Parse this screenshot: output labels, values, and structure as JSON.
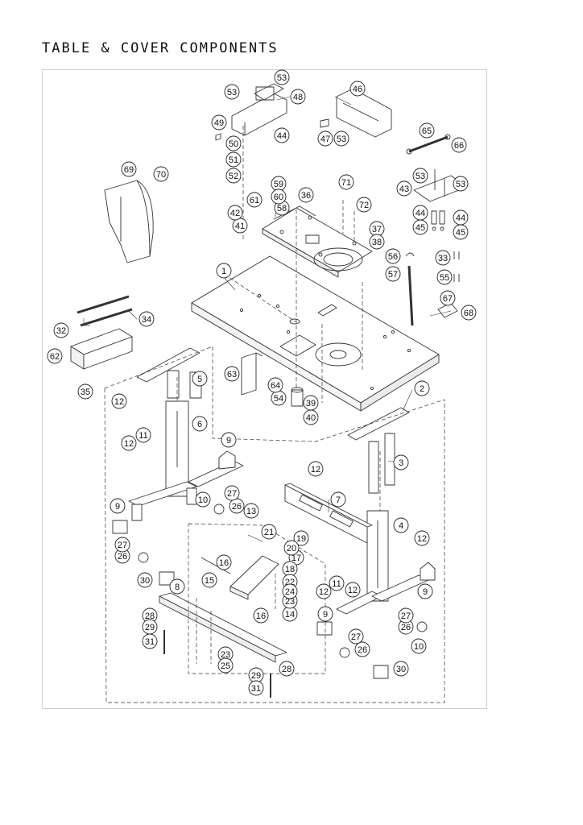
{
  "page": {
    "title": "TABLE & COVER COMPONENTS"
  },
  "callouts": [
    {
      "id": "c1",
      "label": "1"
    },
    {
      "id": "c2",
      "label": "2"
    },
    {
      "id": "c3",
      "label": "3"
    },
    {
      "id": "c4",
      "label": "4"
    },
    {
      "id": "c5",
      "label": "5"
    },
    {
      "id": "c6",
      "label": "6"
    },
    {
      "id": "c7",
      "label": "7"
    },
    {
      "id": "c8",
      "label": "8"
    },
    {
      "id": "c9a",
      "label": "9"
    },
    {
      "id": "c9b",
      "label": "9"
    },
    {
      "id": "c9c",
      "label": "9"
    },
    {
      "id": "c9d",
      "label": "9"
    },
    {
      "id": "c10a",
      "label": "10"
    },
    {
      "id": "c10b",
      "label": "10"
    },
    {
      "id": "c11a",
      "label": "11"
    },
    {
      "id": "c11b",
      "label": "11"
    },
    {
      "id": "c12a",
      "label": "12"
    },
    {
      "id": "c12b",
      "label": "12"
    },
    {
      "id": "c12c",
      "label": "12"
    },
    {
      "id": "c12d",
      "label": "12"
    },
    {
      "id": "c12e",
      "label": "12"
    },
    {
      "id": "c12f",
      "label": "12"
    },
    {
      "id": "c13",
      "label": "13"
    },
    {
      "id": "c14",
      "label": "14"
    },
    {
      "id": "c15",
      "label": "15"
    },
    {
      "id": "c16a",
      "label": "16"
    },
    {
      "id": "c16b",
      "label": "16"
    },
    {
      "id": "c17",
      "label": "17"
    },
    {
      "id": "c18",
      "label": "18"
    },
    {
      "id": "c19",
      "label": "19"
    },
    {
      "id": "c20",
      "label": "20"
    },
    {
      "id": "c21",
      "label": "21"
    },
    {
      "id": "c22",
      "label": "22"
    },
    {
      "id": "c23a",
      "label": "23"
    },
    {
      "id": "c23b",
      "label": "23"
    },
    {
      "id": "c24",
      "label": "24"
    },
    {
      "id": "c25",
      "label": "25"
    },
    {
      "id": "c26a",
      "label": "26"
    },
    {
      "id": "c26b",
      "label": "26"
    },
    {
      "id": "c26c",
      "label": "26"
    },
    {
      "id": "c26d",
      "label": "26"
    },
    {
      "id": "c27a",
      "label": "27"
    },
    {
      "id": "c27b",
      "label": "27"
    },
    {
      "id": "c27c",
      "label": "27"
    },
    {
      "id": "c27d",
      "label": "27"
    },
    {
      "id": "c28a",
      "label": "28"
    },
    {
      "id": "c28b",
      "label": "28"
    },
    {
      "id": "c29a",
      "label": "29"
    },
    {
      "id": "c29b",
      "label": "29"
    },
    {
      "id": "c30a",
      "label": "30"
    },
    {
      "id": "c30b",
      "label": "30"
    },
    {
      "id": "c31a",
      "label": "31"
    },
    {
      "id": "c31b",
      "label": "31"
    },
    {
      "id": "c32",
      "label": "32"
    },
    {
      "id": "c33",
      "label": "33"
    },
    {
      "id": "c34",
      "label": "34"
    },
    {
      "id": "c35",
      "label": "35"
    },
    {
      "id": "c36",
      "label": "36"
    },
    {
      "id": "c37",
      "label": "37"
    },
    {
      "id": "c38",
      "label": "38"
    },
    {
      "id": "c39",
      "label": "39"
    },
    {
      "id": "c40",
      "label": "40"
    },
    {
      "id": "c41",
      "label": "41"
    },
    {
      "id": "c42",
      "label": "42"
    },
    {
      "id": "c43",
      "label": "43"
    },
    {
      "id": "c44a",
      "label": "44"
    },
    {
      "id": "c44b",
      "label": "44"
    },
    {
      "id": "c44c",
      "label": "44"
    },
    {
      "id": "c45a",
      "label": "45"
    },
    {
      "id": "c45b",
      "label": "45"
    },
    {
      "id": "c46",
      "label": "46"
    },
    {
      "id": "c47",
      "label": "47"
    },
    {
      "id": "c48",
      "label": "48"
    },
    {
      "id": "c49",
      "label": "49"
    },
    {
      "id": "c50",
      "label": "50"
    },
    {
      "id": "c51",
      "label": "51"
    },
    {
      "id": "c52",
      "label": "52"
    },
    {
      "id": "c53a",
      "label": "53"
    },
    {
      "id": "c53b",
      "label": "53"
    },
    {
      "id": "c53c",
      "label": "53"
    },
    {
      "id": "c53d",
      "label": "53"
    },
    {
      "id": "c53e",
      "label": "53"
    },
    {
      "id": "c54",
      "label": "54"
    },
    {
      "id": "c55",
      "label": "55"
    },
    {
      "id": "c56",
      "label": "56"
    },
    {
      "id": "c57",
      "label": "57"
    },
    {
      "id": "c58",
      "label": "58"
    },
    {
      "id": "c59",
      "label": "59"
    },
    {
      "id": "c60",
      "label": "60"
    },
    {
      "id": "c61",
      "label": "61"
    },
    {
      "id": "c62",
      "label": "62"
    },
    {
      "id": "c63",
      "label": "63"
    },
    {
      "id": "c64",
      "label": "64"
    },
    {
      "id": "c65",
      "label": "65"
    },
    {
      "id": "c66",
      "label": "66"
    },
    {
      "id": "c67",
      "label": "67"
    },
    {
      "id": "c68",
      "label": "68"
    },
    {
      "id": "c69",
      "label": "69"
    },
    {
      "id": "c70",
      "label": "70"
    },
    {
      "id": "c71",
      "label": "71"
    },
    {
      "id": "c72",
      "label": "72"
    }
  ]
}
